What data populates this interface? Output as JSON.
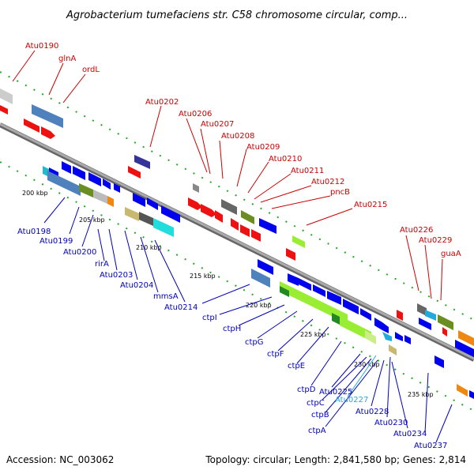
{
  "title": "Agrobacterium tumefaciens str. C58 chromosome circular, comp...",
  "footer": {
    "accession": "Accession: NC_003062",
    "stats": "Topology: circular; Length: 2,841,580 bp; Genes: 2,814"
  },
  "colors": {
    "forward_label": "#cc0000",
    "reverse_label": "#0000bb",
    "highlight_label": "#22aadd",
    "backbone": "#888888",
    "tick": "#118811"
  },
  "kbp_labels": [
    "200 kbp",
    "205 kbp",
    "210 kbp",
    "215 kbp",
    "220 kbp",
    "225 kbp",
    "230 kbp",
    "235 kbp"
  ],
  "forward_labels": [
    "Atu0190",
    "glnA",
    "ordL",
    "Atu0202",
    "Atu0206",
    "Atu0207",
    "Atu0208",
    "Atu0209",
    "Atu0210",
    "Atu0211",
    "Atu0212",
    "pncB",
    "Atu0215",
    "Atu0226",
    "Atu0229",
    "guaA"
  ],
  "reverse_labels": [
    "Atu0198",
    "Atu0199",
    "Atu0200",
    "rirA",
    "Atu0203",
    "Atu0204",
    "mmsA",
    "Atu0214",
    "ctpI",
    "ctpH",
    "ctpG",
    "ctpF",
    "ctpE",
    "ctpD",
    "Atu0225",
    "ctpC",
    "Atu0227",
    "ctpB",
    "Atu0228",
    "ctpA",
    "Atu0230",
    "Atu0234",
    "Atu0237"
  ]
}
